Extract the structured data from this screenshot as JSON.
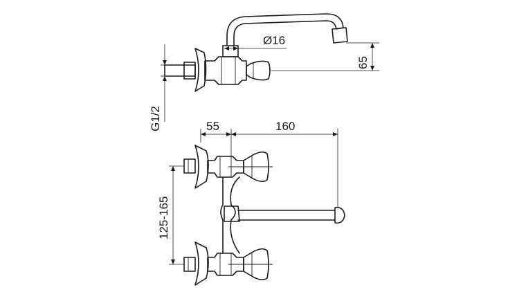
{
  "dimensions": {
    "spout_diameter": "Ø16",
    "spout_height": "65",
    "thread": "G1/2",
    "offset_depth": "55",
    "spout_reach": "160",
    "center_distance": "125-165"
  }
}
